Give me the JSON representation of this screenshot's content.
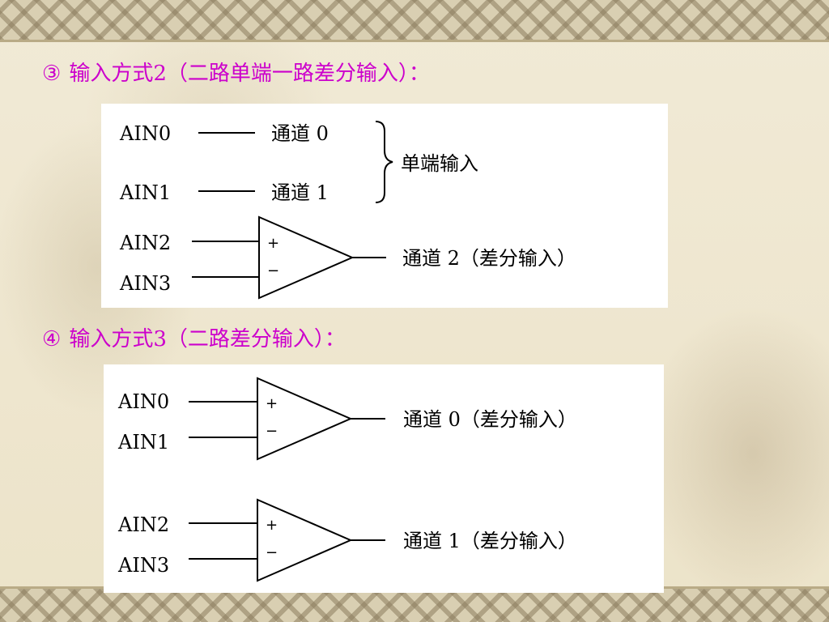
{
  "section3": {
    "number": "③",
    "title": "输入方式2（二路单端一路差分输入）：",
    "single_ended": [
      {
        "pin": "AIN0",
        "channel": "通道 0"
      },
      {
        "pin": "AIN1",
        "channel": "通道 1"
      }
    ],
    "single_ended_label": "单端输入",
    "differential": [
      {
        "pin_plus": "AIN2",
        "pin_minus": "AIN3",
        "channel": "通道 2（差分输入）"
      }
    ]
  },
  "section4": {
    "number": "④",
    "title": "输入方式3（二路差分输入）：",
    "differential": [
      {
        "pin_plus": "AIN0",
        "pin_minus": "AIN1",
        "channel": "通道 0（差分输入）"
      },
      {
        "pin_plus": "AIN2",
        "pin_minus": "AIN3",
        "channel": "通道 1（差分输入）"
      }
    ]
  },
  "symbols": {
    "plus": "+",
    "minus": "−"
  },
  "colors": {
    "heading": "#cc00cc",
    "background": "#efe7cf",
    "panel": "#ffffff"
  }
}
